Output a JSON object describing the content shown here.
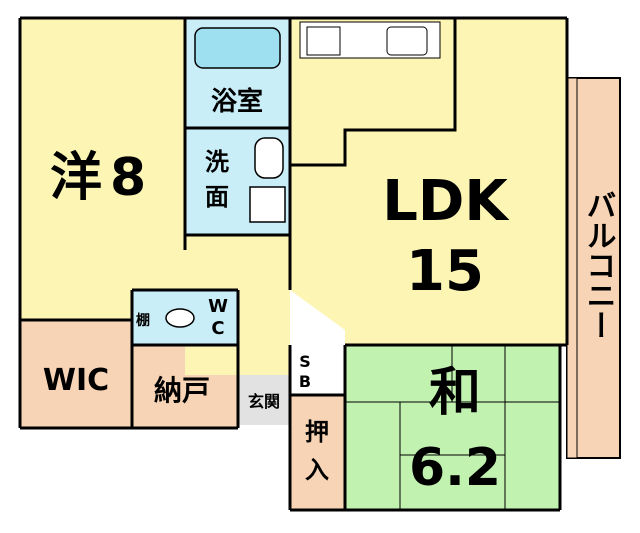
{
  "rooms": {
    "western": {
      "name": "洋",
      "size": "8"
    },
    "ldk": {
      "name": "LDK",
      "size": "15"
    },
    "japanese": {
      "name": "和",
      "size": "6.2"
    },
    "wic": {
      "name": "WIC"
    },
    "storage": {
      "name": "納戸"
    },
    "bath": {
      "name": "浴室"
    },
    "washroom": {
      "line1": "洗",
      "line2": "面"
    },
    "toilet": {
      "line1": "W",
      "line2": "C"
    },
    "shelf": {
      "name": "棚"
    },
    "entrance": {
      "name": "玄関"
    },
    "shoebox": {
      "line1": "S",
      "line2": "B"
    },
    "closet": {
      "line1": "押",
      "line2": "入"
    },
    "balcony": {
      "name": "バルコニー"
    }
  },
  "colors": {
    "western_floor": "#FCF5B3",
    "ldk_floor": "#FCF5B3",
    "wet_area": "#C9EEF7",
    "japanese_floor": "#C2F2B0",
    "storage_floor": "#F8D4B6",
    "balcony_floor": "#F8D4B6",
    "entrance_floor": "#E2E2E2",
    "wall": "#000000"
  }
}
